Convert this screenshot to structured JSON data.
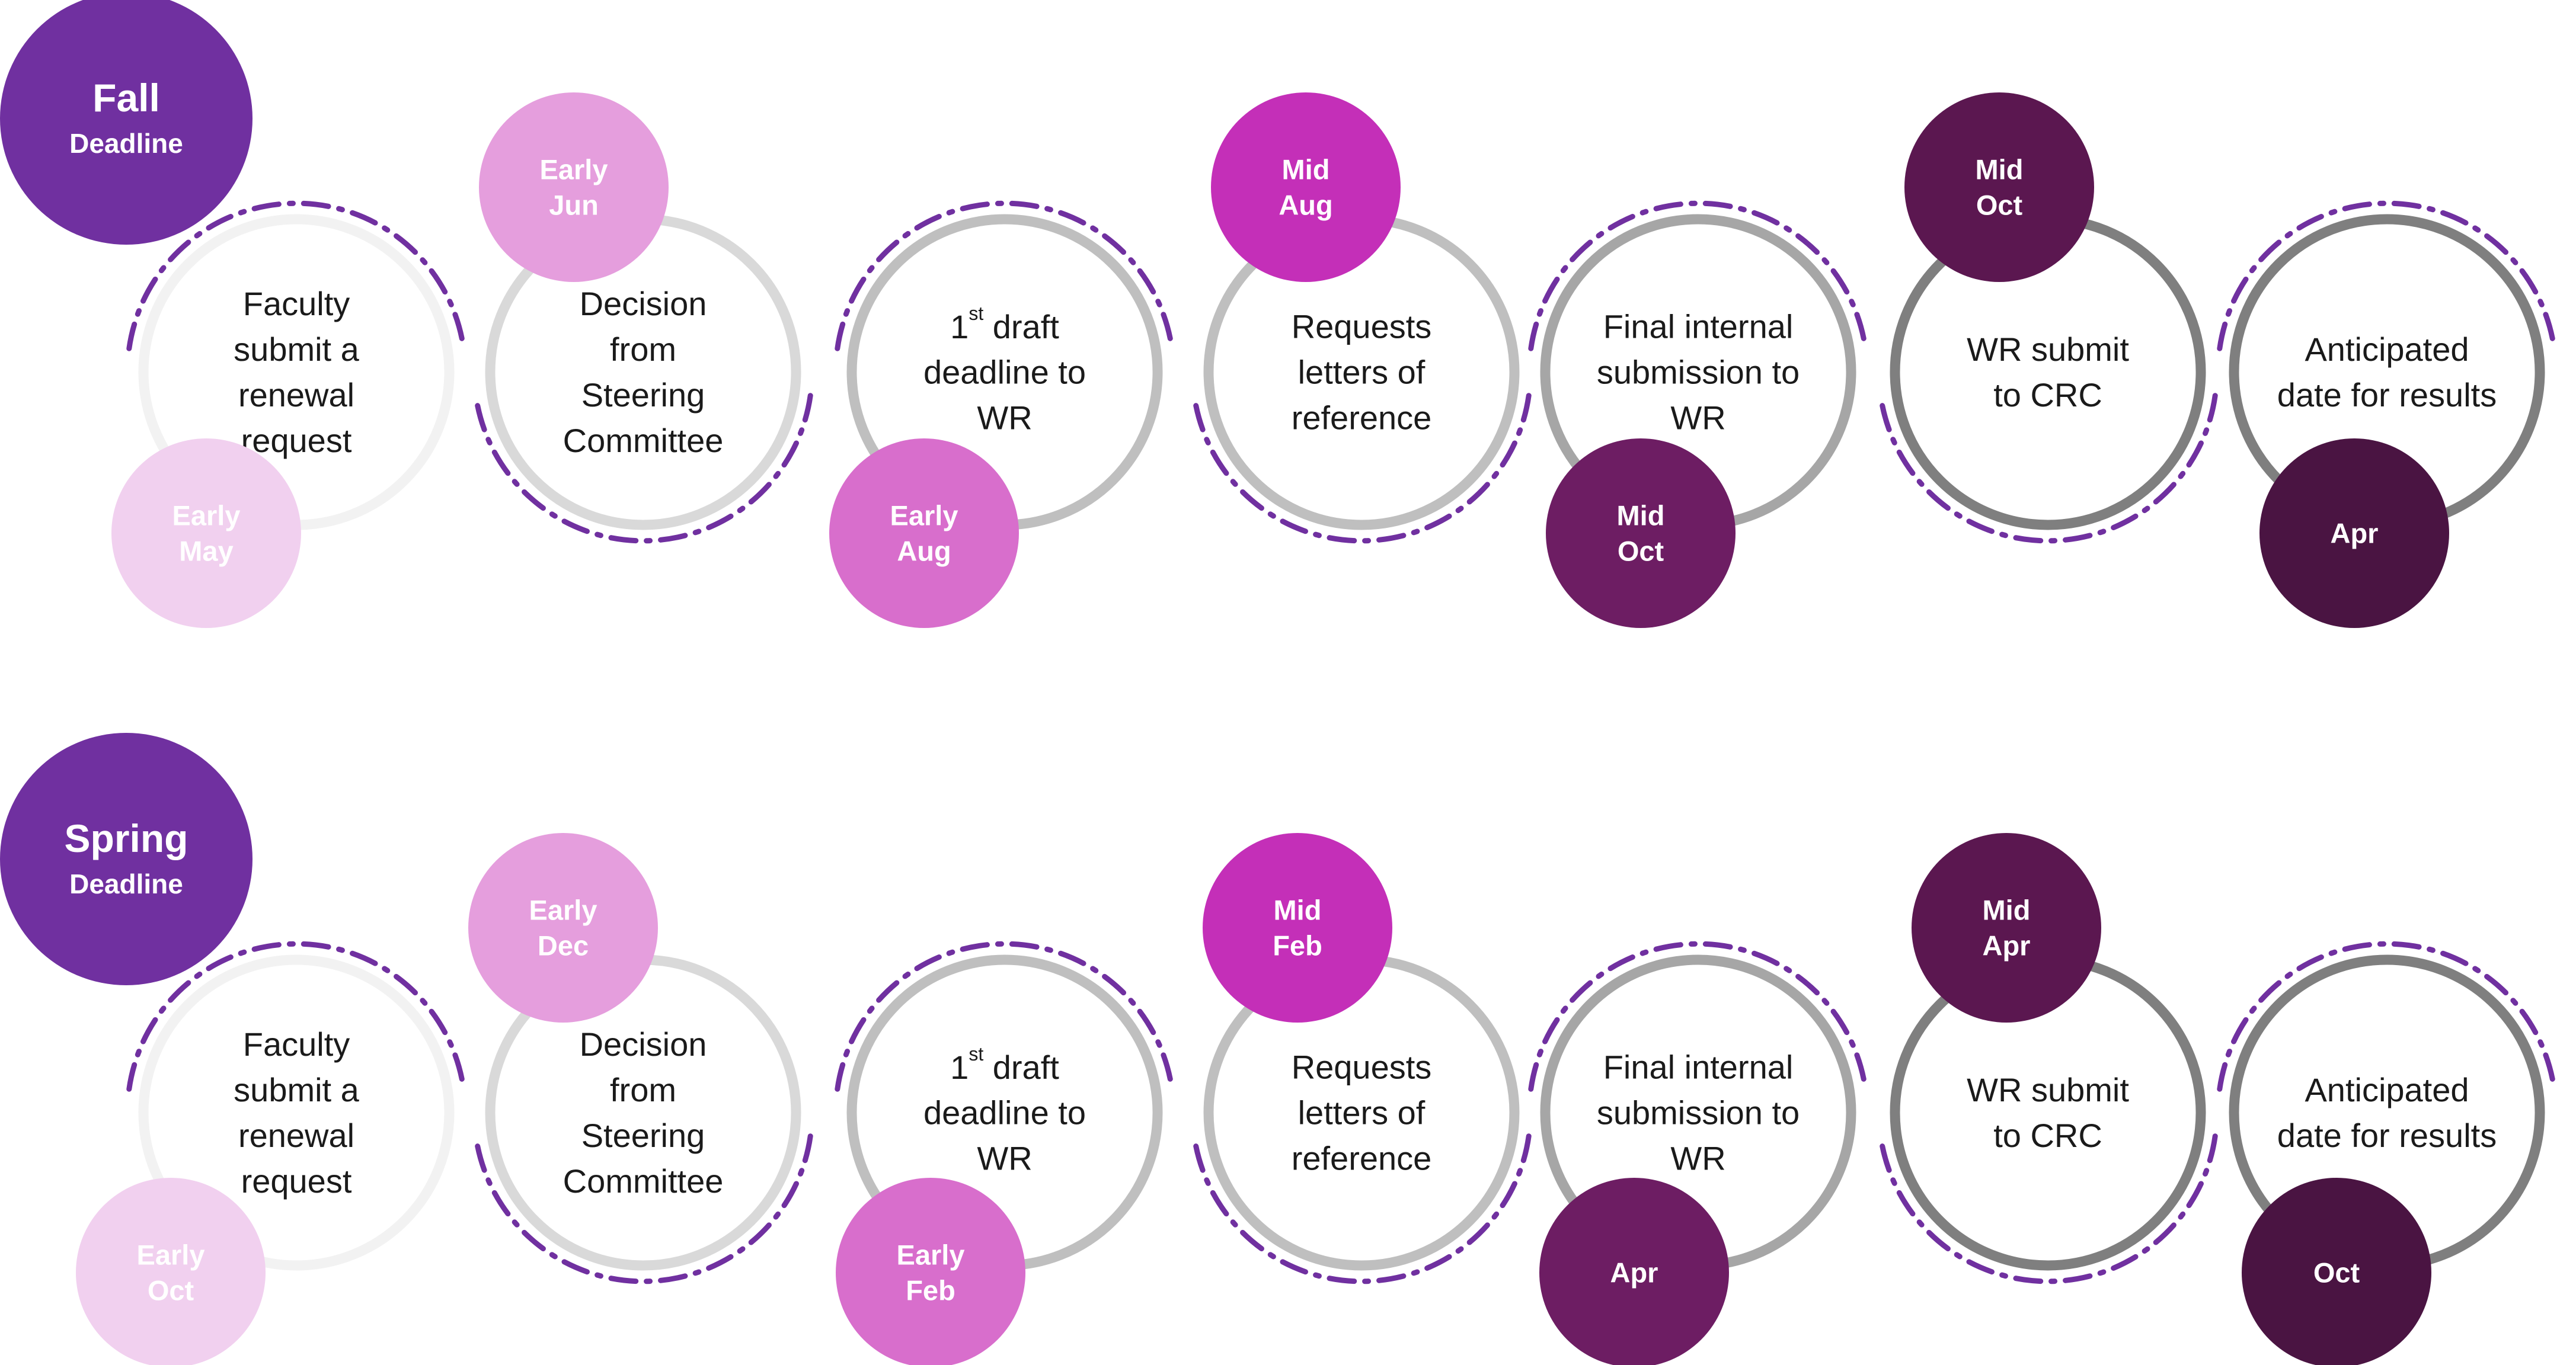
{
  "colors": {
    "deadline": "#7030A0",
    "dashed_ring": "#7030A0",
    "ring_shades": [
      "#F2F2F2",
      "#D9D9D9",
      "#BFBFBF",
      "#BFBFBF",
      "#A6A6A6",
      "#7F7F7F",
      "#7F7F7F"
    ],
    "date_shades": [
      "#F1D0EF",
      "#E59EDD",
      "#D86ECC",
      "#C42FB8",
      "#6D1D63",
      "#5B1750",
      "#4A1442"
    ]
  },
  "steps": [
    {
      "lines": [
        "Faculty",
        "submit a",
        "renewal",
        "request"
      ]
    },
    {
      "lines": [
        "Decision",
        "from",
        "Steering",
        "Committee"
      ]
    },
    {
      "lines": [
        "1|st| draft",
        "deadline to",
        "WR"
      ]
    },
    {
      "lines": [
        "Requests",
        "letters of",
        "reference"
      ]
    },
    {
      "lines": [
        "Final internal",
        "submission to",
        "WR"
      ]
    },
    {
      "lines": [
        "WR submit",
        "to CRC"
      ]
    },
    {
      "lines": [
        "Anticipated",
        "date for results"
      ]
    }
  ],
  "rows": [
    {
      "title": "Fall",
      "subtitle": "Deadline",
      "dates": [
        [
          "Early",
          "May"
        ],
        [
          "Early",
          "Jun"
        ],
        [
          "Early",
          "Aug"
        ],
        [
          "Mid",
          "Aug"
        ],
        [
          "Mid",
          "Oct"
        ],
        [
          "Mid",
          "Oct"
        ],
        [
          "Apr"
        ]
      ]
    },
    {
      "title": "Spring",
      "subtitle": "Deadline",
      "dates": [
        [
          "Early",
          "Oct"
        ],
        [
          "Early",
          "Dec"
        ],
        [
          "Early",
          "Feb"
        ],
        [
          "Mid",
          "Feb"
        ],
        [
          "Apr"
        ],
        [
          "Mid",
          "Apr"
        ],
        [
          "Oct"
        ]
      ]
    }
  ]
}
